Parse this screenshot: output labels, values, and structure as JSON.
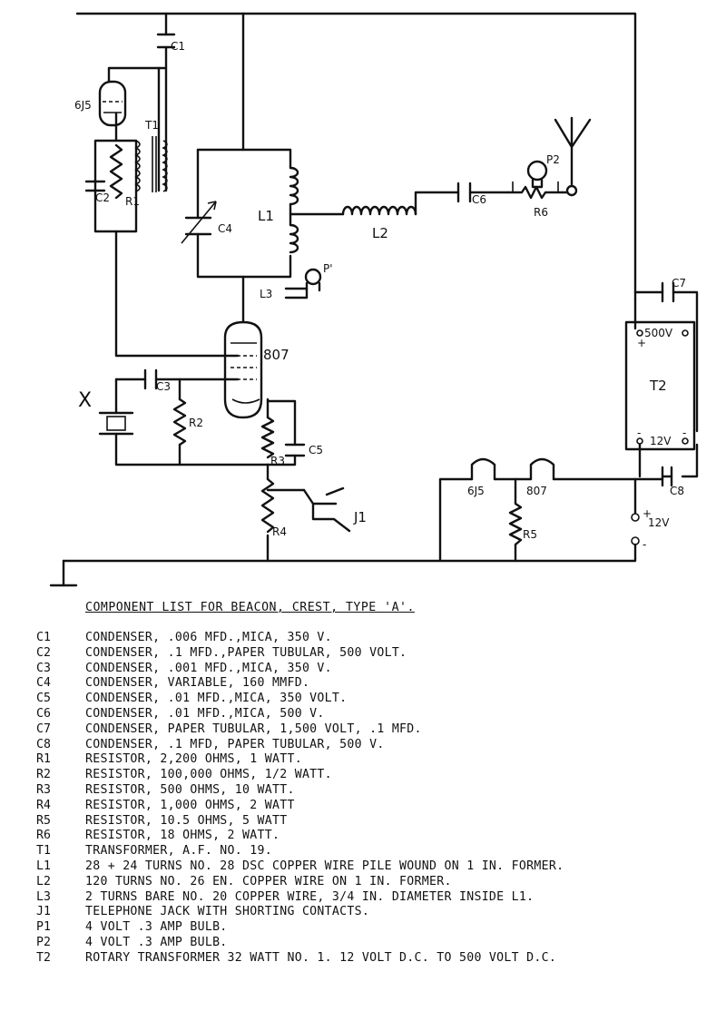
{
  "labels": {
    "c1": "C1",
    "c2": "C2",
    "c3": "C3",
    "c4": "C4",
    "c5": "C5",
    "c6": "C6",
    "c7": "C7",
    "c8": "C8",
    "r1": "R1",
    "r2": "R2",
    "r3": "R3",
    "r4": "R4",
    "r5": "R5",
    "r6": "R6",
    "t1": "T1",
    "t2": "T2",
    "l1": "L1",
    "l2": "L2",
    "l3": "L3",
    "j1": "J1",
    "p1": "P'",
    "p2": "P2",
    "tube_6j5": "6J5",
    "tube_807": "807",
    "bulb_6j5": "6J5",
    "bulb_807": "807",
    "crystal": "X",
    "v500": "500V",
    "v12": "12V",
    "v12_supply": "12V",
    "plus": "+",
    "minus": "-"
  },
  "component_list": {
    "title": "COMPONENT LIST FOR BEACON, CREST, TYPE 'A'.",
    "items": [
      {
        "ref": "C1",
        "desc": "CONDENSER, .006 MFD.,MICA, 350 V."
      },
      {
        "ref": "C2",
        "desc": "CONDENSER, .1 MFD.,PAPER TUBULAR, 500 VOLT."
      },
      {
        "ref": "C3",
        "desc": "CONDENSER, .001 MFD.,MICA, 350 V."
      },
      {
        "ref": "C4",
        "desc": "CONDENSER, VARIABLE, 160 MMFD."
      },
      {
        "ref": "C5",
        "desc": "CONDENSER, .01 MFD.,MICA, 350 VOLT."
      },
      {
        "ref": "C6",
        "desc": "CONDENSER, .01 MFD.,MICA, 500 V."
      },
      {
        "ref": "C7",
        "desc": "CONDENSER, PAPER TUBULAR, 1,500 VOLT, .1 MFD."
      },
      {
        "ref": "C8",
        "desc": "CONDENSER, .1 MFD, PAPER TUBULAR, 500 V."
      },
      {
        "ref": "R1",
        "desc": "RESISTOR, 2,200 OHMS, 1 WATT."
      },
      {
        "ref": "R2",
        "desc": "RESISTOR, 100,000 OHMS, 1/2 WATT."
      },
      {
        "ref": "R3",
        "desc": "RESISTOR, 500 OHMS, 10 WATT."
      },
      {
        "ref": "R4",
        "desc": "RESISTOR, 1,000 OHMS, 2 WATT"
      },
      {
        "ref": "R5",
        "desc": "RESISTOR, 10.5 OHMS, 5 WATT"
      },
      {
        "ref": "R6",
        "desc": "RESISTOR, 18 OHMS, 2 WATT."
      },
      {
        "ref": "T1",
        "desc": "TRANSFORMER, A.F. NO. 19."
      },
      {
        "ref": "L1",
        "desc": "28 + 24 TURNS NO. 28 DSC COPPER WIRE PILE WOUND ON 1 IN. FORMER."
      },
      {
        "ref": "L2",
        "desc": "120 TURNS NO. 26 EN. COPPER WIRE ON 1 IN. FORMER."
      },
      {
        "ref": "L3",
        "desc": "2 TURNS BARE NO. 20 COPPER WIRE, 3/4 IN. DIAMETER INSIDE L1."
      },
      {
        "ref": "J1",
        "desc": "TELEPHONE JACK WITH SHORTING CONTACTS."
      },
      {
        "ref": "P1",
        "desc": "4 VOLT .3 AMP BULB."
      },
      {
        "ref": "P2",
        "desc": "4 VOLT .3 AMP BULB."
      },
      {
        "ref": "T2",
        "desc": "ROTARY TRANSFORMER 32 WATT NO. 1. 12 VOLT D.C. TO 500 VOLT D.C."
      }
    ]
  }
}
